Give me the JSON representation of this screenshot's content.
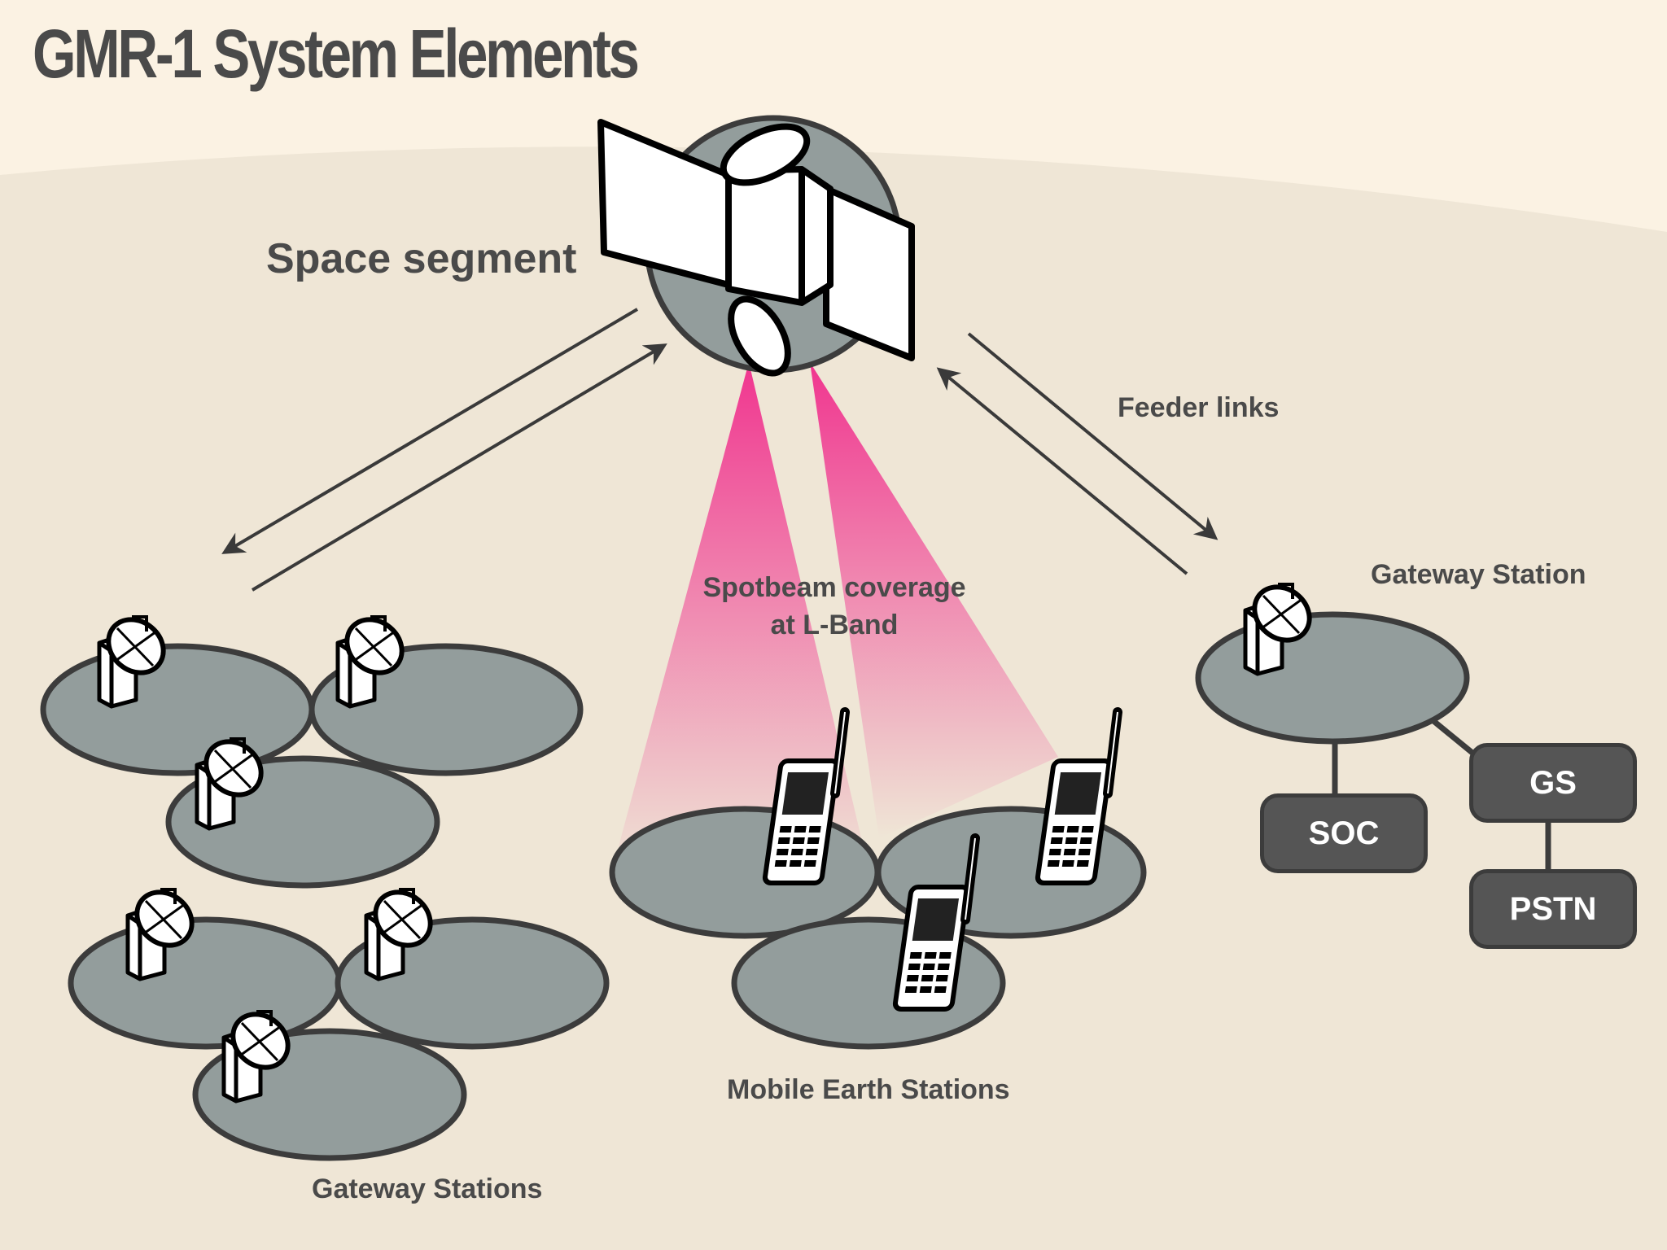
{
  "title": "GMR-1 System Elements",
  "labels": {
    "space_segment": "Space segment",
    "feeder_links": "Feeder links",
    "spotbeam_line1": "Spotbeam coverage",
    "spotbeam_line2": "at L-Band",
    "gateway_station": "Gateway Station",
    "gateway_stations": "Gateway Stations",
    "mobile_earth_stations": "Mobile Earth Stations"
  },
  "nodes": {
    "soc": "SOC",
    "gs": "GS",
    "pstn": "PSTN"
  },
  "colors": {
    "background": "#fbf2e3",
    "ground": "#efe6d6",
    "cell_fill": "#939d9c",
    "outline": "#3c3c3c",
    "beam": "#f0358f",
    "node_fill": "#555555"
  }
}
